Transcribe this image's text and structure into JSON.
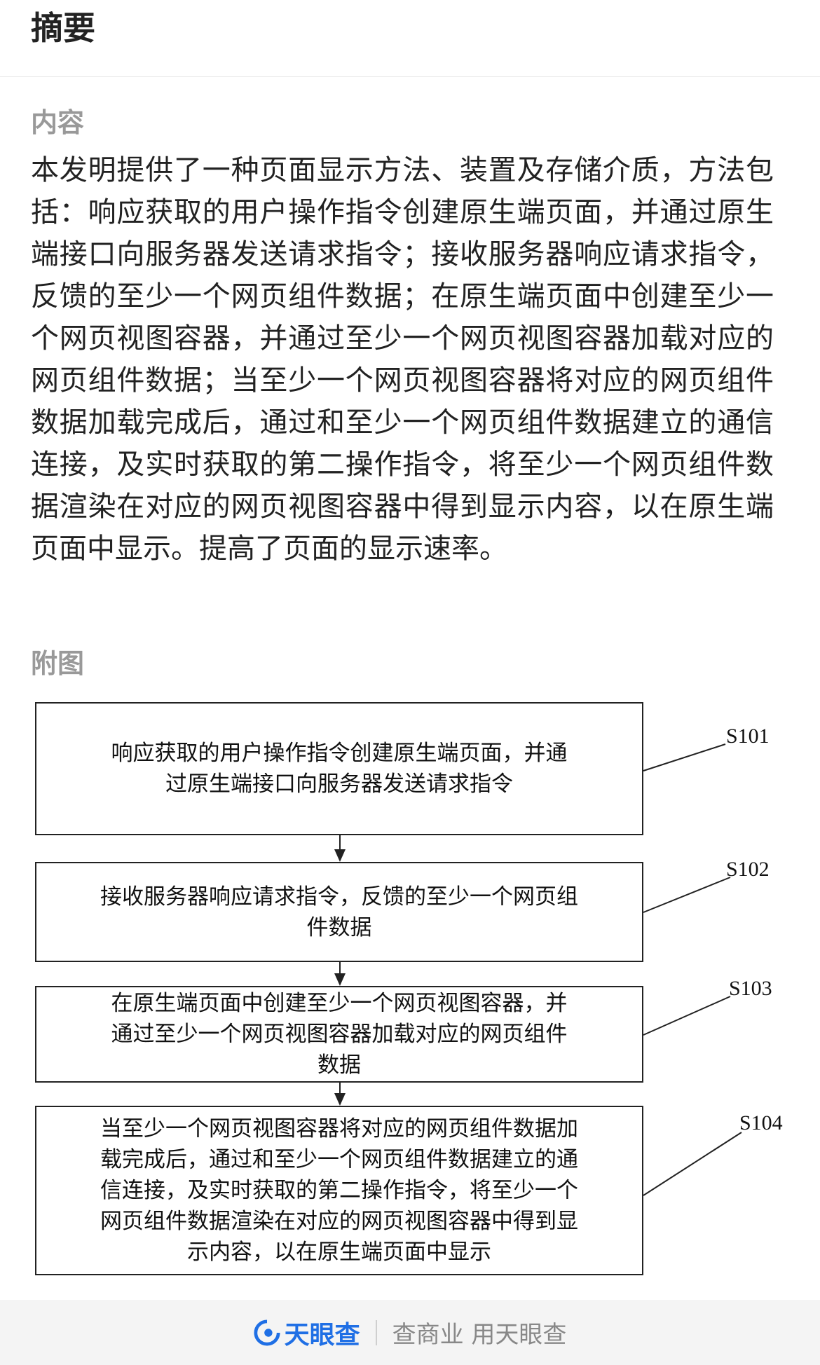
{
  "header": {
    "title": "摘要"
  },
  "content": {
    "label": "内容",
    "abstract": "本发明提供了一种页面显示方法、装置及存储介质，方法包括：响应获取的用户操作指令创建原生端页面，并通过原生端接口向服务器发送请求指令；接收服务器响应请求指令，反馈的至少一个网页组件数据；在原生端页面中创建至少一个网页视图容器，并通过至少一个网页视图容器加载对应的网页组件数据；当至少一个网页视图容器将对应的网页组件数据加载完成后，通过和至少一个网页组件数据建立的通信连接，及实时获取的第二操作指令，将至少一个网页组件数据渲染在对应的网页视图容器中得到显示内容，以在原生端页面中显示。提高了页面的显示速率。"
  },
  "figure": {
    "label": "附图",
    "steps": [
      {
        "id": "S101",
        "lines": [
          "响应获取的用户操作指令创建原生端页面，并通",
          "过原生端接口向服务器发送请求指令"
        ]
      },
      {
        "id": "S102",
        "lines": [
          "接收服务器响应请求指令，反馈的至少一个网页组",
          "件数据"
        ]
      },
      {
        "id": "S103",
        "lines": [
          "在原生端页面中创建至少一个网页视图容器，并",
          "通过至少一个网页视图容器加载对应的网页组件",
          "数据"
        ]
      },
      {
        "id": "S104",
        "lines": [
          "当至少一个网页视图容器将对应的网页组件数据加",
          "载完成后，通过和至少一个网页组件数据建立的通",
          "信连接，及实时获取的第二操作指令，将至少一个",
          "网页组件数据渲染在对应的网页视图容器中得到显",
          "示内容，以在原生端页面中显示"
        ]
      }
    ]
  },
  "footer": {
    "brand": "天眼查",
    "slogan": "查商业 用天眼查",
    "brand_color": "#1f6fe5"
  }
}
